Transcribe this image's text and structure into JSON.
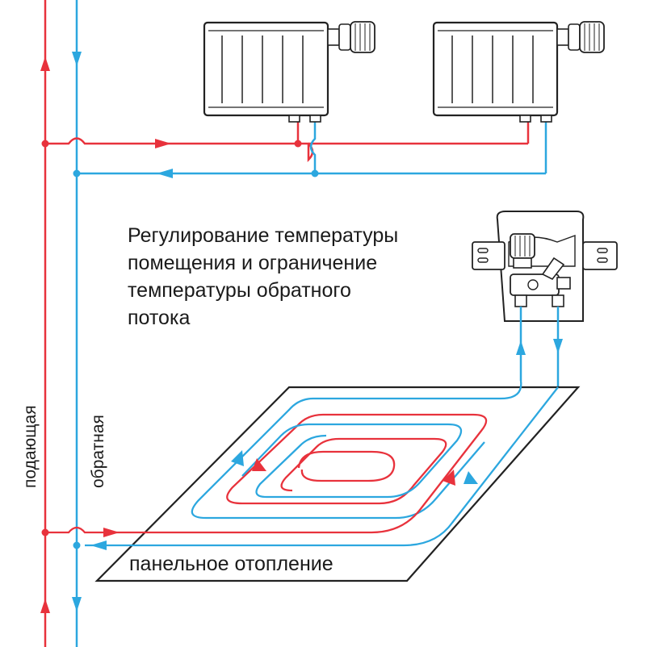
{
  "diagram": {
    "caption_lines": [
      "Регулирование температуры",
      "помещения и ограничение",
      "температуры обратного",
      "потока"
    ],
    "panel_label": "панельное отопление",
    "supply_label": "подающая",
    "return_label": "обратная",
    "colors": {
      "supply": "#e8323c",
      "return": "#2ca7df",
      "outline": "#222222",
      "background": "#ffffff"
    },
    "icons": [
      "radiator-icon",
      "thermostatic-valve-icon",
      "return-limiter-box-icon",
      "floor-heating-panel-icon",
      "flow-arrow-icon"
    ]
  }
}
